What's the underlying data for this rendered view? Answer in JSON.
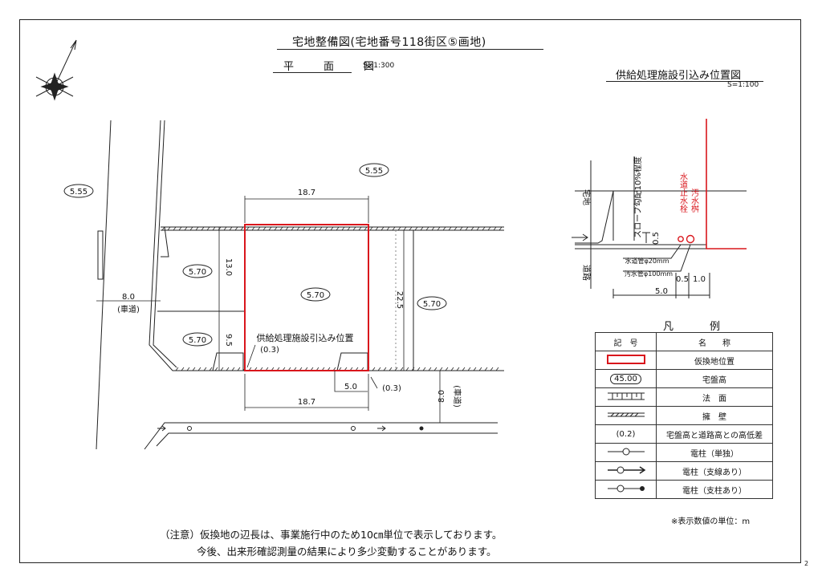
{
  "title": "宅地整備図(宅地番号118街区⑤画地)",
  "plan_label": "平　面　図",
  "plan_scale": "S=1:300",
  "inset": {
    "title": "供給処理施設引込み位置図",
    "scale": "S=1:100",
    "slope": "スロープ勾配10%程度",
    "takuchi": "宅地",
    "doro": "道路",
    "water_stop": "水道止水栓",
    "sewer_box": "汚水桝",
    "water_pipe": "水道管φ20mm",
    "sewer_pipe": "汚水管φ100mm",
    "dim_05v": "0.5",
    "dim_05h": "0.5",
    "dim_10": "1.0",
    "dim_50": "5.0"
  },
  "plan": {
    "elev_top": "5.55",
    "elev_left": "5.55",
    "elev_lot": "5.70",
    "elev_left_upper": "5.70",
    "elev_left_lower": "5.70",
    "elev_right": "5.70",
    "dim_top": "18.7",
    "dim_bottom": "18.7",
    "dim_left_upper": "13.0",
    "dim_left_lower": "9.5",
    "dim_right": "22.5",
    "dim_5": "5.0",
    "road_left_width": "8.0",
    "road_left_type": "(車道)",
    "road_bottom_width": "8.0",
    "road_bottom_type": "(車道)",
    "supply_label": "供給処理施設引込み位置",
    "diff_left": "(0.3)",
    "diff_right": "(0.3)"
  },
  "legend": {
    "title": "凡　例",
    "col_symbol": "記　号",
    "col_name": "名　　称",
    "rows": [
      {
        "symbol": "red-rect",
        "name": "仮換地位置"
      },
      {
        "symbol": "45.00",
        "name": "宅盤高"
      },
      {
        "symbol": "slope",
        "name": "法　面"
      },
      {
        "symbol": "wall",
        "name": "擁　壁"
      },
      {
        "symbol": "(0.2)",
        "name": "宅盤高と道路高との高低差"
      },
      {
        "symbol": "pole-single",
        "name": "電柱（単独）"
      },
      {
        "symbol": "pole-guy",
        "name": "電柱（支線あり）"
      },
      {
        "symbol": "pole-strut",
        "name": "電柱（支柱あり）"
      }
    ],
    "unit_note": "※表示数値の単位：m"
  },
  "notes": [
    "（注意）仮換地の辺長は、事業施行中のため10㎝単位で表示しております。",
    "今後、出来形確認測量の結果により多少変動することがあります。"
  ],
  "page_number": "2",
  "colors": {
    "lot": "#d9161c",
    "line": "#222222"
  }
}
